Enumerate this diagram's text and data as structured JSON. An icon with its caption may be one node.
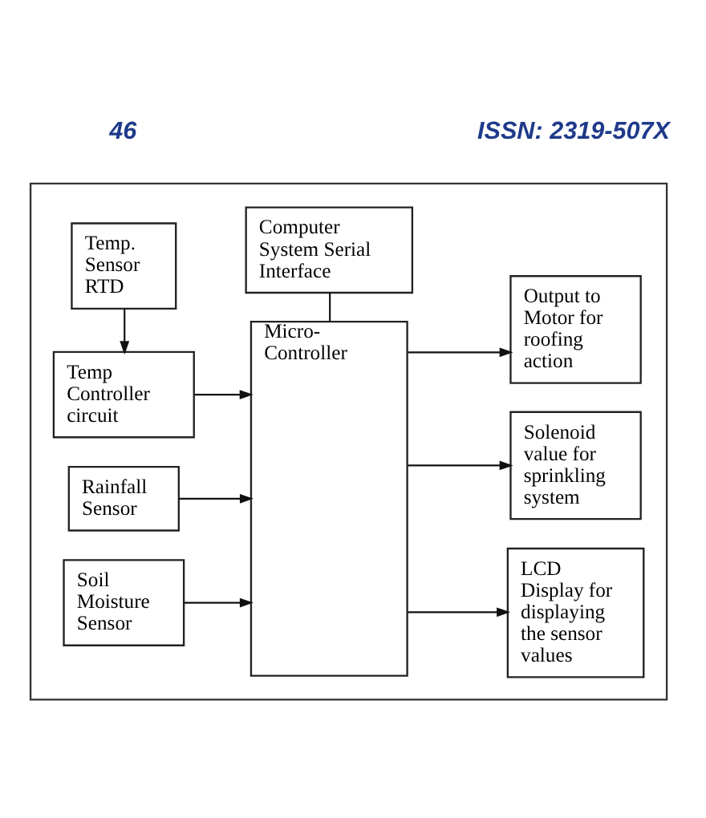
{
  "diagram": {
    "nodes": [
      {
        "text": [],
        "shape": "box"
      },
      {
        "text": [
          "Temp. Sensor RTD"
        ],
        "in": 0
      },
      {
        "text": [
          "Computer System Serial Interface"
        ],
        "in": 0
      },
      {
        "text": [
          "Output to Motor for roofing action"
        ],
        "in": 0
      },
      {
        "text": [
          "Micro-Controller"
        ],
        "in": 0
      },
      {
        "text": [
          "Temp Controller circuit"
        ],
        "in": 0
      },
      {
        "text": [
          "Solenoid value for sprinkling system"
        ],
        "in": 0
      },
      {
        "text": [
          "Rainfall Sensor"
        ],
        "in": 0
      },
      {
        "text": [
          "LCD Display for displaying the sensor values"
        ],
        "in": 0
      },
      {
        "text": [
          "Soil Moisture Sensor"
        ],
        "in": 0
      }
    ],
    "edges": [
      {
        "from": 1,
        "to": 5,
        "arrow": "to"
      },
      {
        "from": 2,
        "to": 4,
        "arrow": "none"
      },
      {
        "from": 5,
        "to": 4,
        "arrow": "to"
      },
      {
        "from": 7,
        "to": 4,
        "arrow": "to"
      },
      {
        "from": 9,
        "to": 4,
        "arrow": "to"
      },
      {
        "from": 4,
        "to": 3,
        "arrow": "to"
      },
      {
        "from": 4,
        "to": 6,
        "arrow": "to"
      },
      {
        "from": 4,
        "to": 8,
        "arrow": "to"
      }
    ],
    "labels": [
      "46",
      "ISSN: 2319-507X"
    ]
  }
}
